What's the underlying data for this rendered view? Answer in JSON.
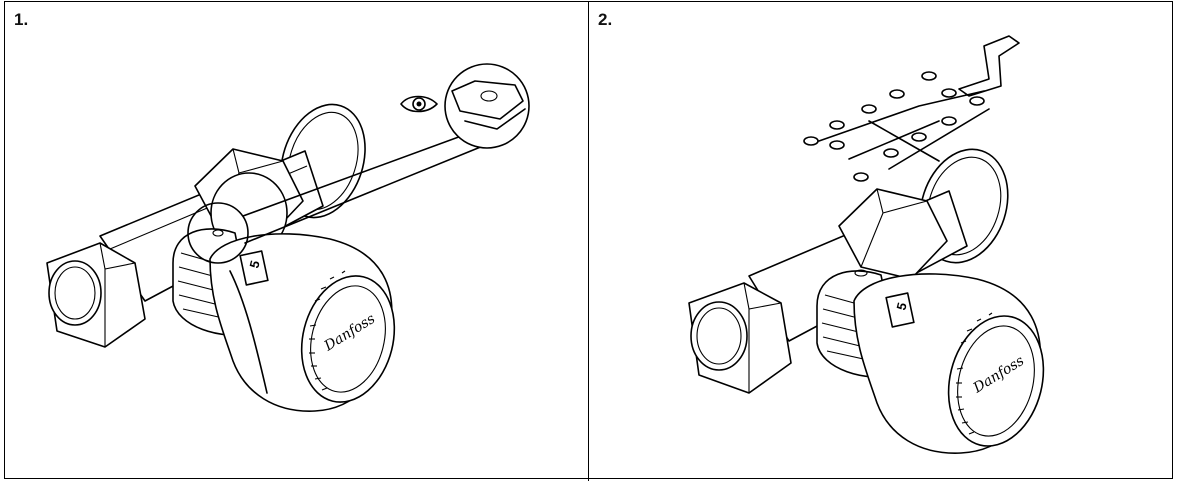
{
  "panels": [
    {
      "step": "1.",
      "scale_mark": "5",
      "logo": "Danfoss"
    },
    {
      "step": "2.",
      "scale_mark": "5",
      "logo": "Danfoss"
    }
  ],
  "colors": {
    "line": "#000000",
    "arrow": "#9a9a9a",
    "background": "#ffffff"
  },
  "icons": [
    "eye-icon",
    "zoom-callout-icon",
    "down-arrow-icon",
    "limiting-pins-icon"
  ]
}
